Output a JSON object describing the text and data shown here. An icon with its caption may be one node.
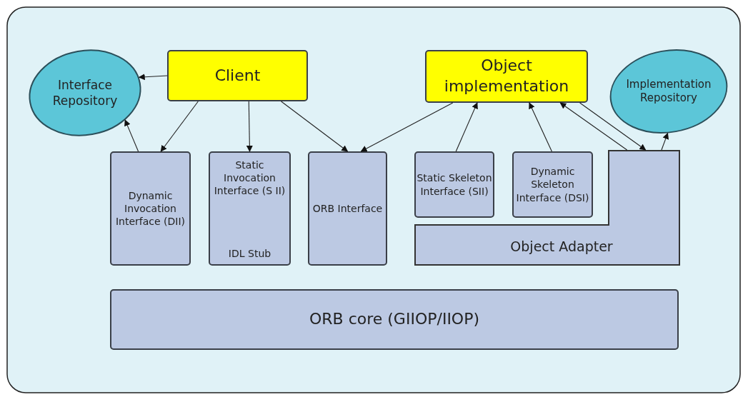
{
  "diagram": {
    "nodes": [
      {
        "text": [
          "Interface Repository"
        ]
      },
      {
        "text": [
          "Client"
        ]
      },
      {
        "text": [
          "Object implementation"
        ]
      },
      {
        "text": [
          "Implementation Repository"
        ]
      },
      {
        "text": [
          "Dynamic Invocation Interface (DII)"
        ]
      },
      {
        "text": [
          "Static Invocation Interface (S II)",
          "IDL Stub"
        ]
      },
      {
        "text": [
          "ORB Interface"
        ]
      },
      {
        "text": [
          "Object Adapter"
        ]
      },
      {
        "text": [
          "Static Skeleton Interface (SII)"
        ]
      },
      {
        "text": [
          "Dynamic Skeleton Interface (DSI)"
        ]
      },
      {
        "text": [
          "ORB core (GIIOP/IIOP)"
        ]
      }
    ],
    "edges": [
      {
        "from": 1,
        "to": 0,
        "arrow": "to"
      },
      {
        "from": 1,
        "to": 4,
        "arrow": "to"
      },
      {
        "from": 4,
        "to": 0,
        "arrow": "to"
      },
      {
        "from": 1,
        "to": 5,
        "arrow": "to"
      },
      {
        "from": 1,
        "to": 6,
        "arrow": "to"
      },
      {
        "from": 2,
        "to": 6,
        "arrow": "to"
      },
      {
        "from": 8,
        "to": 2,
        "arrow": "to"
      },
      {
        "from": 9,
        "to": 2,
        "arrow": "to"
      },
      {
        "from": 7,
        "to": 2,
        "arrow": "to"
      },
      {
        "from": 2,
        "to": 7,
        "arrow": "to"
      },
      {
        "from": 7,
        "to": 3,
        "arrow": "to"
      }
    ]
  }
}
